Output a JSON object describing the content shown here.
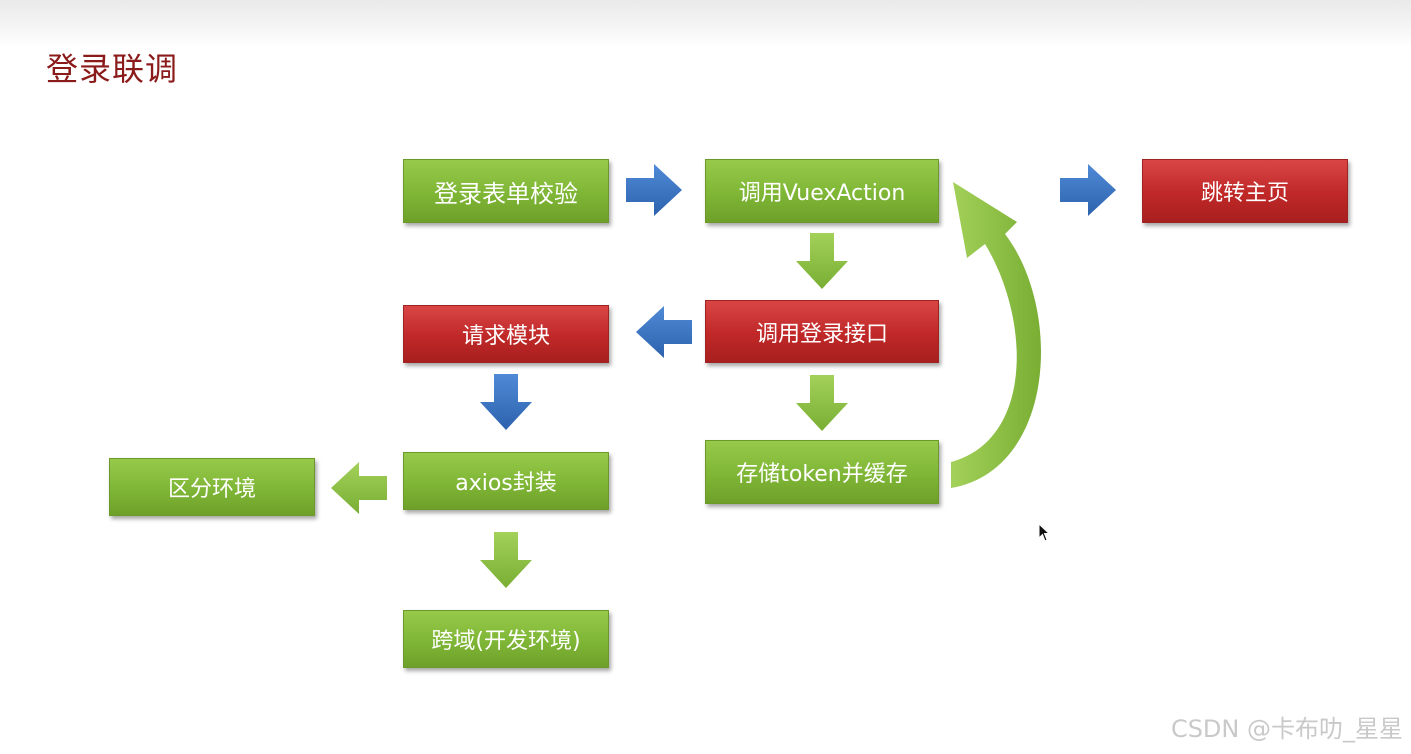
{
  "title": "登录联调",
  "nodes": {
    "login_validate": "登录表单校验",
    "call_vuex_action": "调用VuexAction",
    "goto_home": "跳转主页",
    "request_module": "请求模块",
    "call_login_api": "调用登录接口",
    "store_token": "存储token并缓存",
    "split_env": "区分环境",
    "axios_wrap": "axios封装",
    "cross_domain": "跨域(开发环境)"
  },
  "watermark": "CSDN @卡布叻_星星",
  "colors": {
    "title": "#8b1a1a",
    "green_node": "#82b93a",
    "red_node": "#c32b2b",
    "blue_arrow": "#3a74c0",
    "green_arrow": "#8dc043"
  }
}
